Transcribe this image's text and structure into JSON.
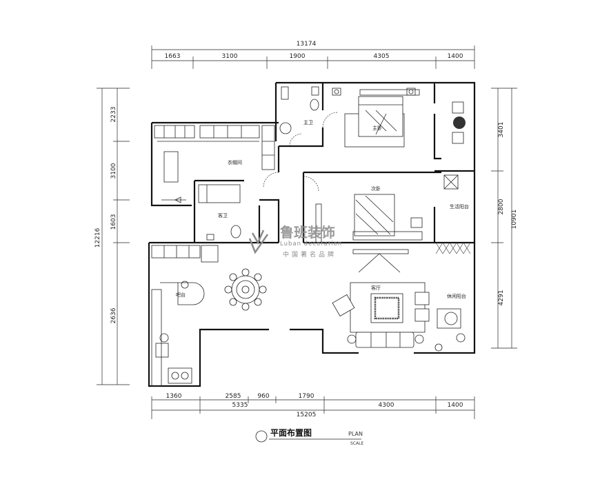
{
  "dimensions": {
    "top_total": "13174",
    "top_segments": [
      "1663",
      "3100",
      "1900",
      "4305",
      "1400"
    ],
    "bottom_segments": [
      "1360",
      "2585",
      "960",
      "1790",
      "4300",
      "1400"
    ],
    "bottom_mid": "5335",
    "bottom_total": "15205",
    "left_total": "12216",
    "left_segments": [
      "2233",
      "3100",
      "1603",
      "2636"
    ],
    "right_total": "10901",
    "right_segments": [
      "3401",
      "2800",
      "4291"
    ]
  },
  "rooms": {
    "master_bath": "主卫",
    "master_bedroom": "主卧",
    "cloakroom": "衣帽间",
    "guest_bath": "客卫",
    "second_bedroom": "次卧",
    "laundry_balcony": "生活阳台",
    "living_room": "客厅",
    "leisure_balcony": "休闲阳台",
    "bar_counter": "吧台"
  },
  "title": {
    "main": "平面布置图",
    "plan_label": "PLAN",
    "scale": "SCALE"
  },
  "watermark": {
    "brand_cn": "鲁班装饰",
    "brand_en": "Luban decoration",
    "slogan": "中国著名品牌"
  }
}
